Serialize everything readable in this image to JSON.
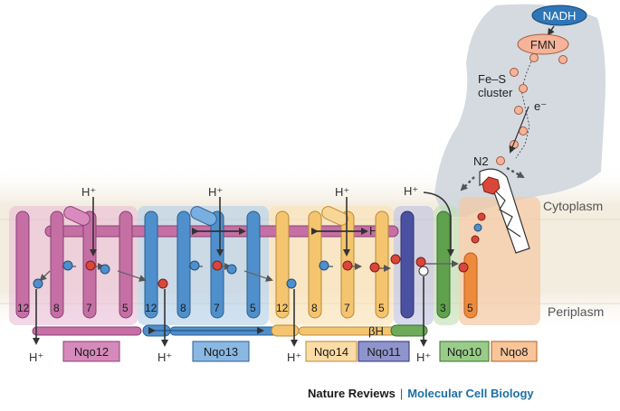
{
  "labels": {
    "nadh": "NADH",
    "fmn": "FMN",
    "fes_line1": "Fe–S",
    "fes_line2": "cluster",
    "electron": "e⁻",
    "n2": "N2",
    "cytoplasm": "Cytoplasm",
    "periplasm": "Periplasm",
    "hl": "HL",
    "bh": "βH",
    "proton": "H⁺"
  },
  "subunits": [
    {
      "name": "Nqo12",
      "color": "#c76aa6"
    },
    {
      "name": "Nqo13",
      "color": "#5b9bd5"
    },
    {
      "name": "Nqo14",
      "color": "#f6c979"
    },
    {
      "name": "Nqo11",
      "color": "#5a61ad"
    },
    {
      "name": "Nqo10",
      "color": "#6dab5a"
    },
    {
      "name": "Nqo8",
      "color": "#f09a55"
    }
  ],
  "helix_numbers": [
    "12",
    "8",
    "7",
    "5",
    "12",
    "8",
    "7",
    "5",
    "12",
    "8",
    "7",
    "5",
    "3",
    "5"
  ],
  "credit": {
    "journal": "Nature Reviews",
    "separator": "|",
    "section": "Molecular Cell Biology"
  }
}
